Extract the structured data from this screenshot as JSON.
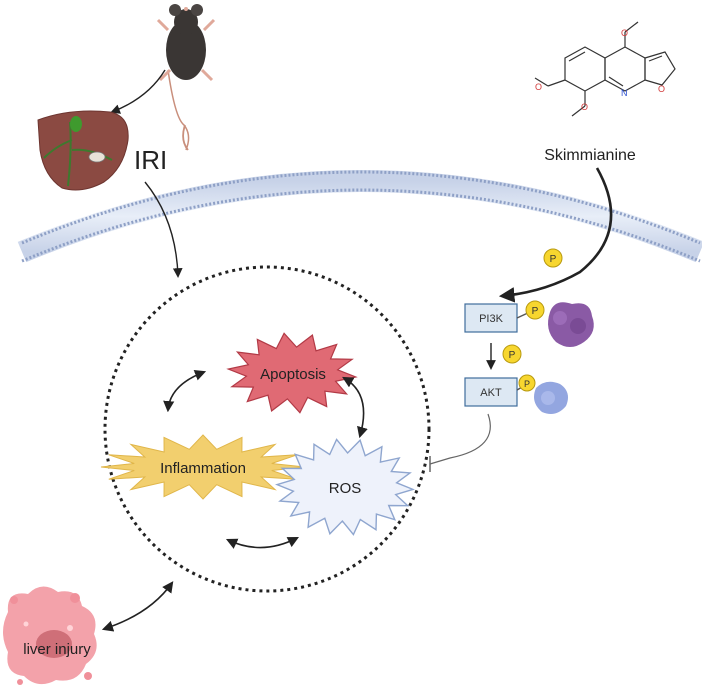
{
  "labels": {
    "iri": "IRI",
    "compound": "Skimmianine",
    "apoptosis": "Apoptosis",
    "inflammation": "Inflammation",
    "ros": "ROS",
    "liver_injury": "liver injury",
    "pi3k": "PI3K",
    "akt": "AKT",
    "phospho": "P"
  },
  "molecule_atoms": {
    "nitrogen": "N",
    "oxygen": "O"
  },
  "colors": {
    "apoptosis_fill": "#e06a74",
    "inflammation_fill": "#f2cf6e",
    "ros_stroke": "#8fa6cf",
    "kinase_box_fill": "#dde8f3",
    "kinase_box_stroke": "#3f6d9c",
    "phospho_fill": "#f7d62f",
    "liver_fill": "#8b4a42",
    "injury_fill": "#f3a2aa",
    "membrane": "#b7c4de",
    "pi3k_protein": "#8a5aa5",
    "akt_protein": "#93a6e0"
  }
}
